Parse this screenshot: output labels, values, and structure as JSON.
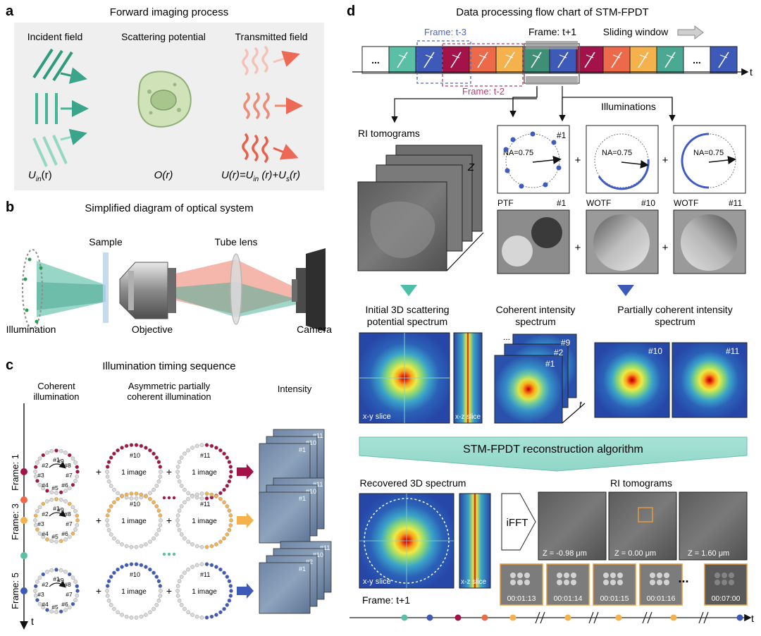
{
  "panel_a": {
    "letter": "a",
    "title": "Forward imaging process",
    "labels": [
      "Incident field",
      "Scattering potential",
      "Transmitted field"
    ],
    "formula_in": "U",
    "formula_in_sub": "in",
    "formula_in_tail": "(r)",
    "formula_o": "O(r)",
    "formula_out": "U(r)=U",
    "formula_out_sub1": "in",
    "formula_out_mid": " (r)+U",
    "formula_out_sub2": "s",
    "formula_out_tail": "(r)"
  },
  "panel_b": {
    "letter": "b",
    "title": "Simplified diagram of optical system",
    "sample": "Sample",
    "tube_lens": "Tube lens",
    "illumination": "Illumination",
    "objective": "Objective",
    "camera": "Camera"
  },
  "panel_c": {
    "letter": "c",
    "title": "Illumination timing sequence",
    "col1": [
      "Coherent",
      "illumination"
    ],
    "col2": [
      "Asymmetric partially",
      "coherent illumination"
    ],
    "col3": "Intensity",
    "one_image": "1 image",
    "frames": [
      "Frame: 1",
      "Frame: 3",
      "Frame: 5"
    ],
    "axis_t": "t",
    "plus": "+",
    "rows": [
      {
        "color": "#a3134a",
        "nums": [
          "#1",
          "#2",
          "#3",
          "#4",
          "#5",
          "#6",
          "#7",
          "#8",
          "#9"
        ],
        "stack": [
          "#11",
          "#10",
          "#1"
        ],
        "p1": "#10",
        "p2": "#11"
      },
      {
        "color": "#f5b14c",
        "nums": [
          "#1",
          "#2",
          "#3",
          "#4",
          "#5",
          "#6",
          "#7",
          "#8",
          "#9"
        ],
        "stack": [
          "#11",
          "#10",
          "#1"
        ],
        "p1": "#10",
        "p2": "#11"
      },
      {
        "color": "#3d5ab8",
        "nums": [
          "#1",
          "#2",
          "#3",
          "#4",
          "#5",
          "#6",
          "#7",
          "#8",
          "#9"
        ],
        "stack": [
          "#11",
          "#10",
          "#2",
          "#1"
        ],
        "p1": "#10",
        "p2": "#11"
      }
    ]
  },
  "panel_d": {
    "letter": "d",
    "title": "Data processing flow chart of STM-FPDT",
    "frame_t3": "Frame: t-3",
    "frame_t1": "Frame: t+1",
    "frame_t2": "Frame: t-2",
    "sliding": "Sliding window",
    "ellipsis": "...",
    "axis_t": "t",
    "illuminations": "Illuminations",
    "ri_tomograms": "RI tomograms",
    "z_axis": "Z",
    "na": "NA=0.75",
    "ill_tags": [
      "#1"
    ],
    "tf_labels": [
      {
        "name": "PTF",
        "num": "#1"
      },
      {
        "name": "WOTF",
        "num": "#10"
      },
      {
        "name": "WOTF",
        "num": "#11"
      }
    ],
    "plus": "+",
    "initial_spectrum": [
      "Initial 3D scattering",
      "potential spectrum"
    ],
    "coherent_spectrum": [
      "Coherent intensity",
      "spectrum"
    ],
    "partial_spectrum": [
      "Partially coherent intensity",
      "spectrum"
    ],
    "coh_tags": [
      "#9",
      "#2",
      "#1"
    ],
    "partial_tags": [
      "#10",
      "#11"
    ],
    "xy_slice": "x-y slice",
    "xz_slice": "x-z slice",
    "algorithm": "STM-FPDT reconstruction algorithm",
    "recovered": "Recovered 3D spectrum",
    "ri_tomograms2": "RI tomograms",
    "ifft": "iFFT",
    "z_values": [
      "Z = -0.98 μm",
      "Z = 0.00 μm",
      "Z = 1.60 μm"
    ],
    "times": [
      "00:01:13",
      "00:01:14",
      "00:01:15",
      "00:01:16",
      "00:07:00"
    ],
    "frame_bottom": "Frame: t+1",
    "dots": "•••"
  }
}
